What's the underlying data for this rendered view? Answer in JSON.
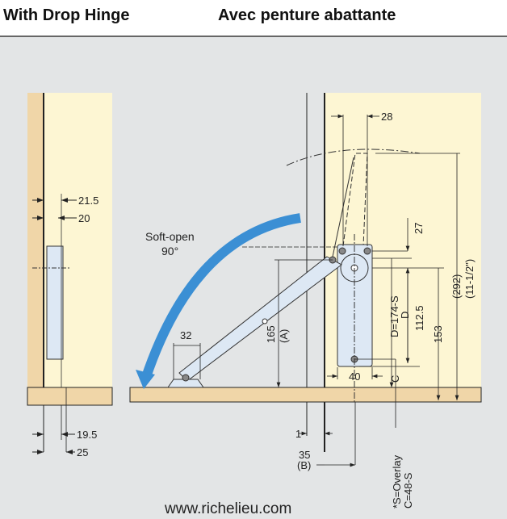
{
  "header": {
    "title_en": "With Drop Hinge",
    "title_fr": "Avec penture abattante"
  },
  "footer": {
    "website": "www.richelieu.com"
  },
  "watermark": "www.richelieu.com",
  "left_view": {
    "dims": [
      "21.5",
      "20",
      "19.5",
      "25"
    ]
  },
  "right_view": {
    "soft_open": "Soft-open",
    "angle": "90°",
    "dims": {
      "d28": "28",
      "d27": "27",
      "d32": "32",
      "d165": "165",
      "dA": "(A)",
      "dformula": "D=174-S",
      "dD": "D",
      "d112": "112.5",
      "d153": "153",
      "d292": "(292)",
      "d292in": "(11-1/2\")",
      "d40": "40",
      "dC": "C",
      "d1": "1",
      "d35": "35",
      "dB": "(B)",
      "note1": "*S=Overlay",
      "note2": "C=48-S"
    }
  },
  "colors": {
    "bg": "#e3e5e6",
    "cream": "#fdf6d3",
    "wood": "#f0d6a8",
    "blue": "#3b8fd4",
    "metal": "#dde8f4"
  }
}
